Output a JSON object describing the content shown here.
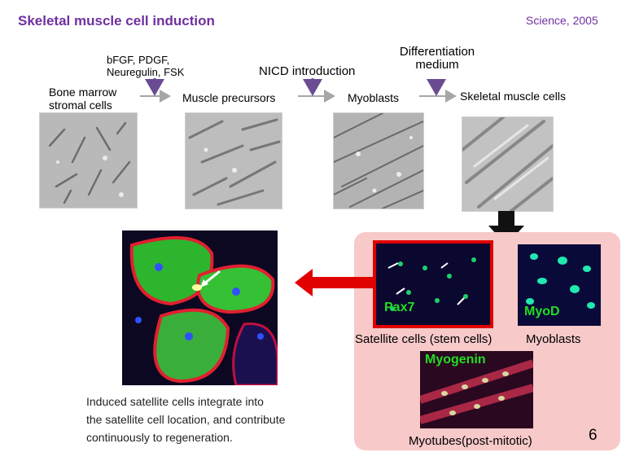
{
  "header": {
    "title": "Skeletal muscle cell induction",
    "citation": "Science, 2005"
  },
  "pathway": {
    "stage_bone_marrow": "Bone marrow\nstromal cells",
    "factors": "bFGF, PDGF,\nNeuregulin, FSK",
    "stage_precursors": "Muscle precursors",
    "nicd": "NICD introduction",
    "stage_myoblasts": "Myoblasts",
    "differentiation": "Differentiation\nmedium",
    "stage_skeletal": "Skeletal muscle cells"
  },
  "panels": {
    "pax7_marker": "Pax7",
    "pax7_caption": "Satellite cells (stem cells)",
    "myod_marker": "MyoD",
    "myod_caption": "Myoblasts",
    "myogenin_marker": "Myogenin",
    "myogenin_caption": "Myotubes(post-mitotic)"
  },
  "caption": "Induced satellite cells integrate into\nthe satellite cell location, and contribute\ncontinuously to regeneration.",
  "page_number": "6",
  "colors": {
    "title": "#7030a0",
    "arrow_purple": "#6a4c93",
    "arrow_gray": "#a6a6a6",
    "highlight_red": "#e00000",
    "panel_pink": "#f7c9c9",
    "marker_green": "#22dd22"
  }
}
